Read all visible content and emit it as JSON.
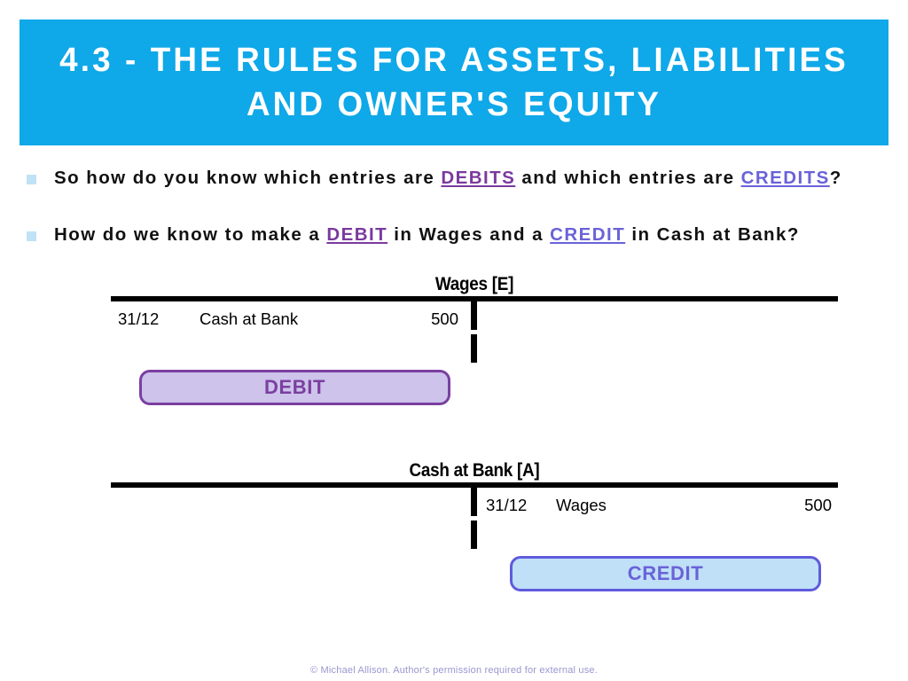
{
  "slide": {
    "title": "4.3 - The Rules for Assets, Liabilities and Owner's Equity",
    "background_color": "#ffffff",
    "accent_color": "#0fa8e8"
  },
  "bullets": [
    {
      "marker": "square-bullet",
      "segments": [
        {
          "text": "So how do you know which entries are ",
          "style": "plain"
        },
        {
          "text": "DEBITS",
          "style": "debit"
        },
        {
          "text": " and which entries are ",
          "style": "plain"
        },
        {
          "text": "CREDITS",
          "style": "credit"
        },
        {
          "text": "?",
          "style": "plain"
        }
      ]
    },
    {
      "marker": "square-bullet",
      "segments": [
        {
          "text": "How do we know to make a ",
          "style": "plain"
        },
        {
          "text": "DEBIT",
          "style": "debit"
        },
        {
          "text": " in Wages and a ",
          "style": "plain"
        },
        {
          "text": "CREDIT",
          "style": "credit"
        },
        {
          "text": " in Cash at Bank?",
          "style": "plain"
        }
      ]
    }
  ],
  "t_accounts": [
    {
      "title": "Wages [E]",
      "debit_entry": {
        "date": "31/12",
        "description": "Cash at Bank",
        "amount": "500"
      },
      "credit_entry": {
        "date": "",
        "description": "",
        "amount": ""
      }
    },
    {
      "title": "Cash at Bank [A]",
      "debit_entry": {
        "date": "",
        "description": "",
        "amount": ""
      },
      "credit_entry": {
        "date": "31/12",
        "description": "Wages",
        "amount": "500"
      }
    }
  ],
  "callouts": [
    {
      "label": "DEBIT",
      "fill_color": "#cdc3eb",
      "border_color": "#7b3fa0",
      "text_color": "#7b3fa0"
    },
    {
      "label": "CREDIT",
      "fill_color": "#bfe0f7",
      "border_color": "#5f5bdc",
      "text_color": "#6a62d8"
    }
  ],
  "footer": {
    "text": "© Michael Allison. Author's permission required for external use.",
    "color": "#9a97d0"
  },
  "keyword_colors": {
    "debit": "#7a3a9e",
    "credit": "#6a62d8"
  }
}
